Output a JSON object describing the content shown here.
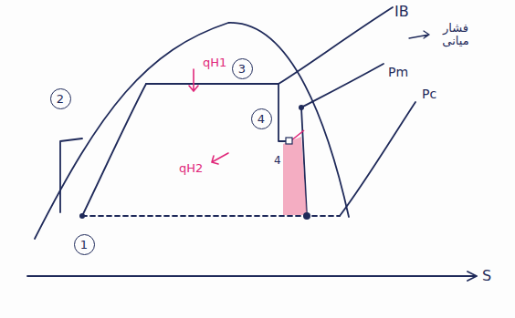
{
  "diagram": {
    "nodes": [
      {
        "text": [
          "3"
        ]
      },
      {
        "text": [
          "2"
        ]
      },
      {
        "text": [
          "4"
        ]
      },
      {
        "text": [
          "1"
        ]
      }
    ],
    "labels": [
      "IB",
      "فشار میانی",
      "Pm",
      "Pc",
      "qH1",
      "qH2",
      "4",
      "S"
    ]
  }
}
